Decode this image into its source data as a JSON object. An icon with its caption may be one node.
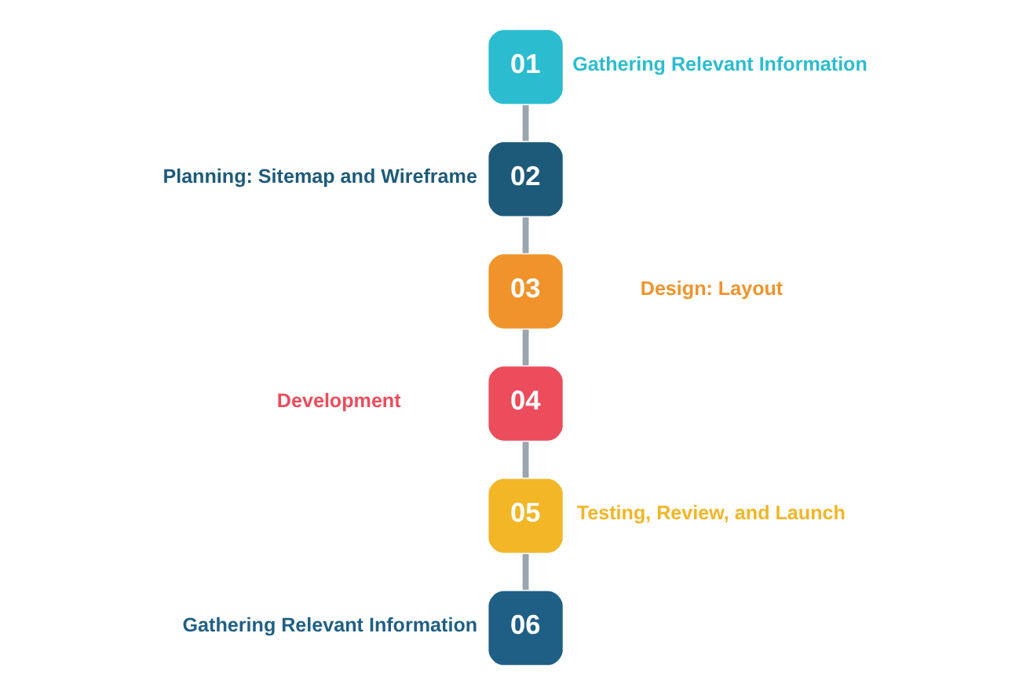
{
  "diagram": {
    "nodes": [
      {
        "text": [
          "01",
          "Gathering Relevant Information"
        ]
      },
      {
        "text": [
          "Planning: Sitemap and Wireframe",
          "02"
        ]
      },
      {
        "text": [
          "03",
          "Design: Layout"
        ]
      },
      {
        "text": [
          "Development",
          "04"
        ]
      },
      {
        "text": [
          "05",
          "Testing, Review, and Launch"
        ]
      },
      {
        "text": [
          "Gathering Relevant Information",
          "06"
        ]
      }
    ],
    "edges": [
      {
        "from": 0,
        "to": 1,
        "arrow": "none"
      },
      {
        "from": 1,
        "to": 2,
        "arrow": "none"
      },
      {
        "from": 2,
        "to": 3,
        "arrow": "none"
      },
      {
        "from": 3,
        "to": 4,
        "arrow": "none"
      },
      {
        "from": 4,
        "to": 5,
        "arrow": "none"
      }
    ]
  }
}
